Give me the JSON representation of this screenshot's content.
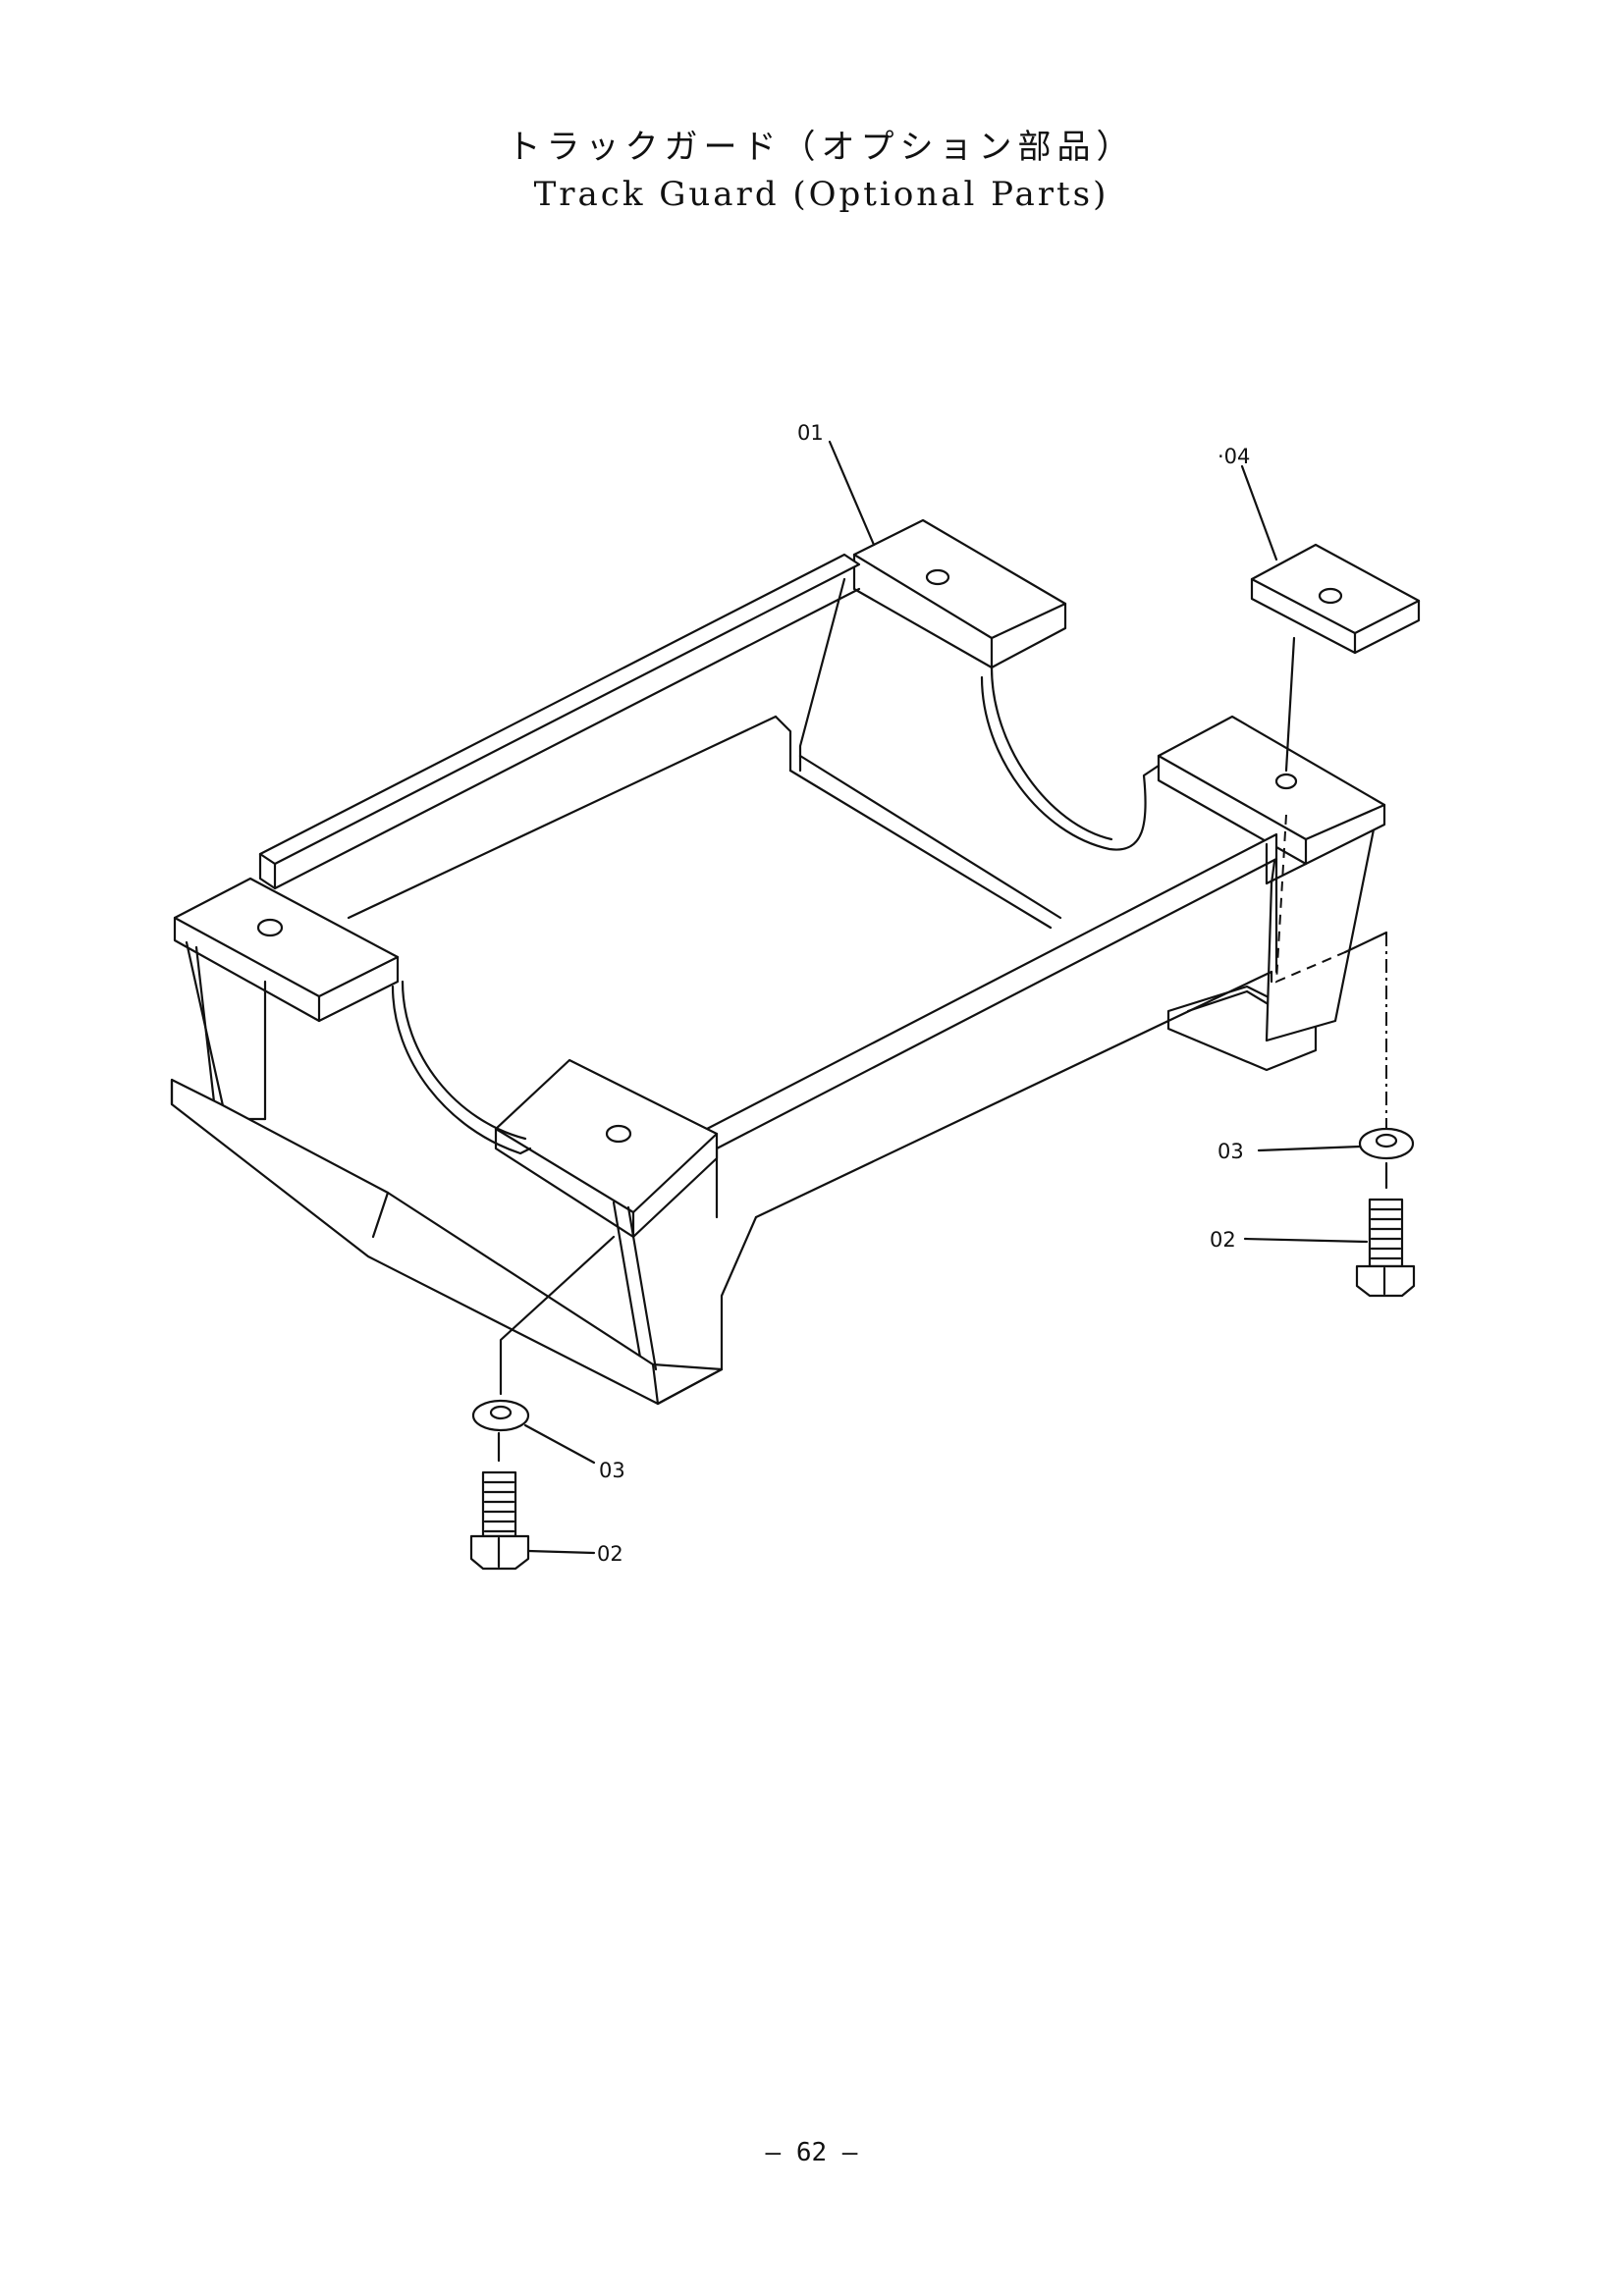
{
  "header": {
    "title_ja": "トラックガード（オプション部品）",
    "title_en": "Track Guard  (Optional Parts)"
  },
  "parts": {
    "frame": "01",
    "bolt_left": "02",
    "bolt_right": "02",
    "washer_left": "03",
    "washer_right": "03",
    "plate": "·04"
  },
  "footer": {
    "page_number": "— 62 —"
  }
}
